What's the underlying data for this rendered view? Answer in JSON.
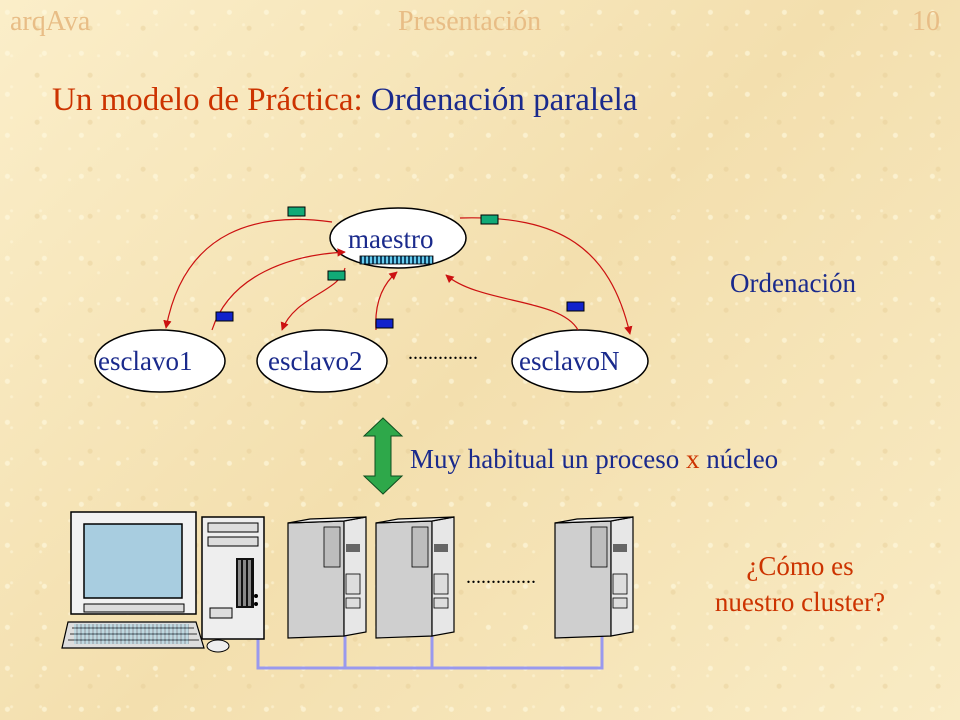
{
  "header": {
    "left": "arqAva",
    "center": "Presentación",
    "page": "10"
  },
  "title": {
    "part1": "Un modelo de Práctica:",
    "part2": "Ordenación paralela"
  },
  "diagram": {
    "master": "maestro",
    "slaves": [
      "esclavo1",
      "esclavo2",
      "esclavoN"
    ],
    "ellipsis": "..............",
    "side_label": "Ordenación"
  },
  "note": {
    "before": "Muy habitual un proceso",
    "x": "x",
    "after": "núcleo"
  },
  "question": {
    "line1": "¿Cómo es",
    "line2": "nuestro cluster?"
  },
  "cluster": {
    "ellipsis": ".............."
  },
  "colors": {
    "accent_red": "#cc3300",
    "text_blue": "#1a2a8c",
    "arrow_green": "#2ea84a",
    "link_lilac": "#9999ee"
  }
}
